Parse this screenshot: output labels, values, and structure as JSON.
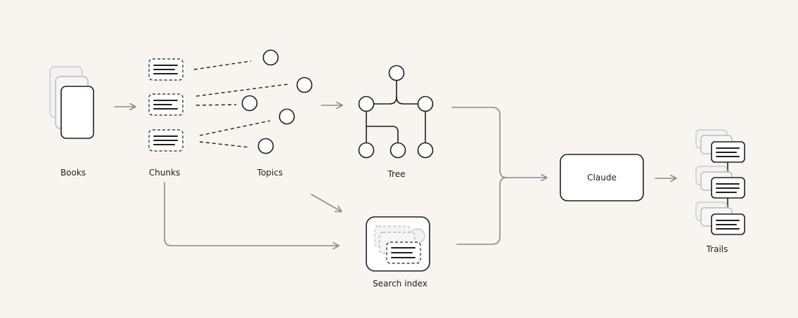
{
  "labels": {
    "books": "Books",
    "chunks": "Chunks",
    "topics": "Topics",
    "tree": "Tree",
    "search_index": "Search index",
    "claude": "Claude",
    "trails": "Trails"
  },
  "colors": {
    "background": "#f8f5f0",
    "ink": "#1e1e1e",
    "arrow": "#8a8a8a",
    "ghost": "#c9c9c9"
  }
}
